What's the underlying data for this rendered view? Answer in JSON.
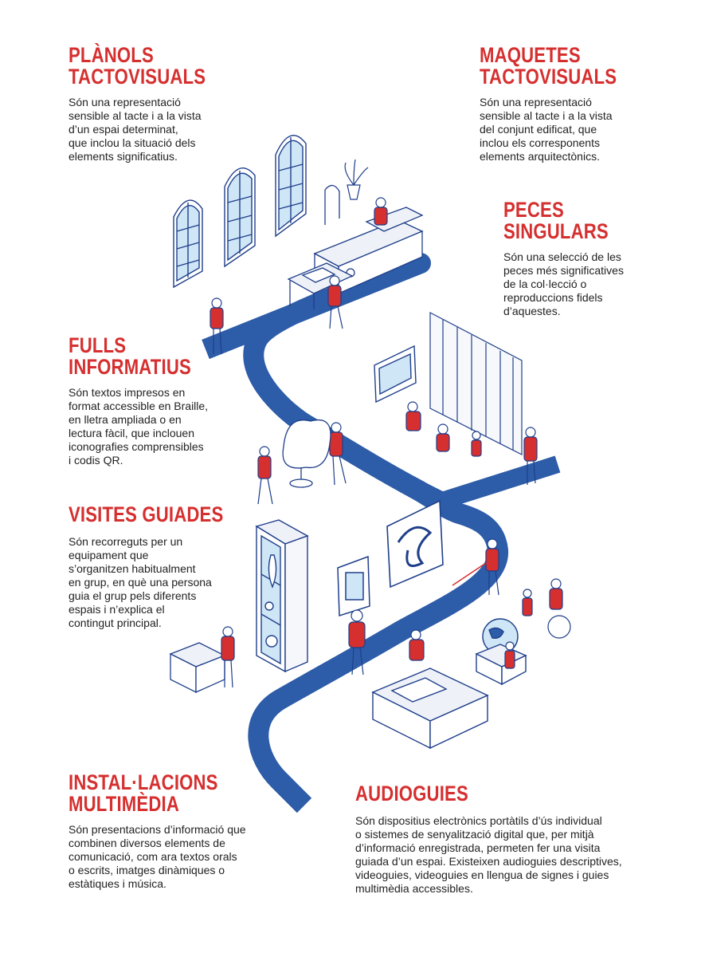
{
  "colors": {
    "title": "#d62f2f",
    "path": "#2d5ca8",
    "line": "#1f3f8a",
    "glass": "#cfe6f7",
    "text": "#222222"
  },
  "sections": {
    "planols": {
      "title_1": "PLÀNOLS",
      "title_2": "TACTOVISUALS",
      "lines": [
        "Són una representació",
        "sensible al tacte i a la vista",
        "d’un espai determinat,",
        "que inclou la situació dels",
        "elements significatius."
      ]
    },
    "maquetes": {
      "title_1": "MAQUETES",
      "title_2": "TACTOVISUALS",
      "lines": [
        "Són una representació",
        "sensible al tacte i a la vista",
        "del conjunt edificat, que",
        "inclou els corresponents",
        "elements arquitectònics."
      ]
    },
    "peces": {
      "title_1": "PECES",
      "title_2": "SINGULARS",
      "lines": [
        "Són una selecció de les",
        "peces més significatives",
        "de la col·lecció o",
        "reproduccions fidels",
        "d’aquestes."
      ]
    },
    "fulls": {
      "title_1": "FULLS",
      "title_2": "INFORMATIUS",
      "lines": [
        "Són textos impresos en",
        "format accessible en Braille,",
        "en lletra ampliada o en",
        "lectura fàcil, que inclouen",
        "iconografies comprensibles",
        "i codis QR."
      ]
    },
    "visites": {
      "title_1": "VISITES GUIADES",
      "lines": [
        "Són recorreguts per un",
        "equipament que",
        "s’organitzen habitualment",
        "en grup, en què una persona",
        "guia el grup pels diferents",
        "espais i n’explica el",
        "contingut principal."
      ]
    },
    "installacions": {
      "title_1": "INSTAL·LACIONS",
      "title_2": "MULTIMÈDIA",
      "lines": [
        "Són presentacions d’informació que",
        "combinen diversos elements de",
        "comunicació, com ara textos orals",
        "o escrits, imatges dinàmiques o",
        "estàtiques i música."
      ]
    },
    "audioguies": {
      "title_1": "AUDIOGUIES",
      "lines": [
        "Són dispositius electrònics portàtils d’ús individual",
        "o sistemes de senyalització digital que, per mitjà",
        "d’informació enregistrada, permeten fer una visita",
        "guiada d’un espai. Existeixen audioguies descriptives,",
        "videoguies, videoguies en llengua de signes i guies",
        "multimèdia accessibles."
      ]
    }
  }
}
